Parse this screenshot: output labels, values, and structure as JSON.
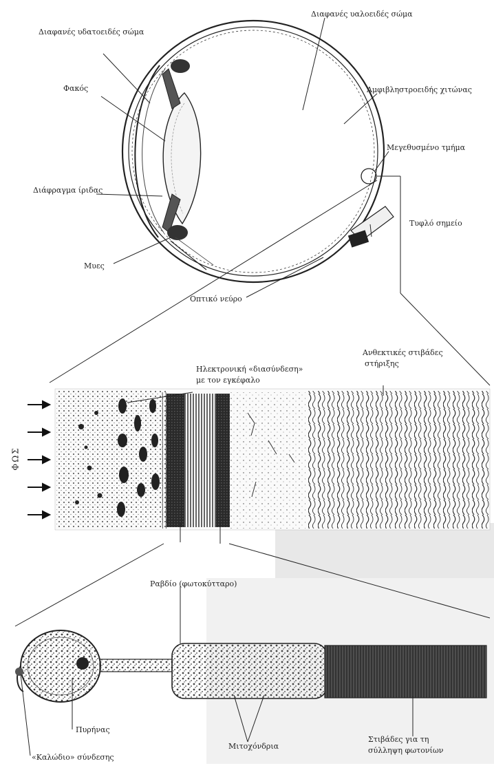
{
  "labels": {
    "aqueous": "Διαφανές υδατοειδές σώμα",
    "vitreous": "Διαφανές υαλοειδές σώμα",
    "lens": "Φακός",
    "retina": "Αμφιβληστροειδής χιτώνας",
    "magnified": "Μεγεθυσμένο τμήμα",
    "iris": "Διάφραγμα ίριδας",
    "blind_spot": "Τυφλό σημείο",
    "muscles": "Μυες",
    "optic_nerve": "Οπτικό νεύρο",
    "support_line1": "Ανθεκτικές στιβάδες",
    "support_line2": "στήριξης",
    "interface_line1": "Ηλεκτρονική «διασύνδεση»",
    "interface_line2": "με τον εγκέφαλο",
    "light": "ΦΩΣ",
    "rod": "Ραβδίο (φωτοκύτταρο)",
    "nucleus": "Πυρήνας",
    "cable": "«Καλώδιο» σύνδεσης",
    "mitochondria": "Μιτοχόνδρια",
    "photon_line1": "Στιβάδες για τη",
    "photon_line2": "σύλληψη φωτονίων"
  },
  "colors": {
    "ink": "#222222",
    "paper": "#ffffff",
    "background_grey": "#d6d6d6"
  }
}
